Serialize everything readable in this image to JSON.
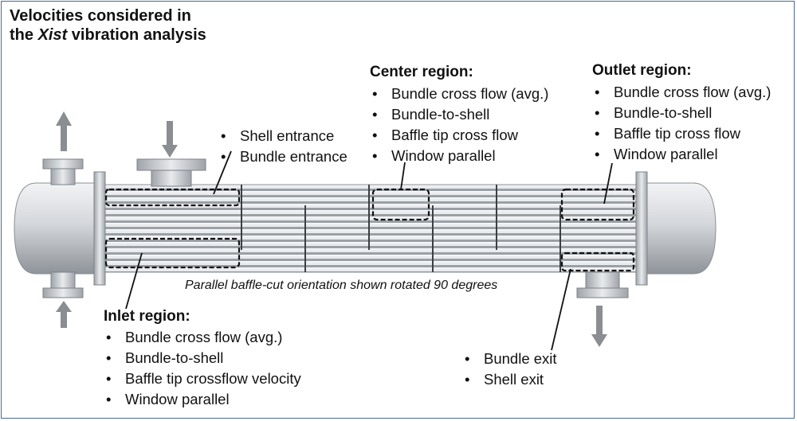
{
  "title": {
    "line1": "Velocities considered in",
    "line2_pre": "the ",
    "line2_em": "Xist",
    "line2_post": " vibration analysis"
  },
  "note": "Parallel baffle-cut orientation shown rotated 90 degrees",
  "inlet_entrance": {
    "items": [
      "Shell entrance",
      "Bundle entrance"
    ]
  },
  "center_region": {
    "heading": "Center region:",
    "items": [
      "Bundle cross flow (avg.)",
      "Bundle-to-shell",
      "Baffle tip cross flow",
      "Window parallel"
    ]
  },
  "outlet_region": {
    "heading": "Outlet region:",
    "items": [
      "Bundle cross flow (avg.)",
      "Bundle-to-shell",
      "Baffle tip cross flow",
      "Window parallel"
    ]
  },
  "inlet_region": {
    "heading": "Inlet region:",
    "items": [
      "Bundle cross flow (avg.)",
      "Bundle-to-shell",
      "Baffle tip crossflow velocity",
      "Window parallel"
    ]
  },
  "exit": {
    "items": [
      "Bundle exit",
      "Shell exit"
    ]
  },
  "colors": {
    "frame": "#4a6a94",
    "metal": "#cfd3d8",
    "tube": "#c7ccd2",
    "arrow": "#8a8d91",
    "callout": "#111111"
  }
}
